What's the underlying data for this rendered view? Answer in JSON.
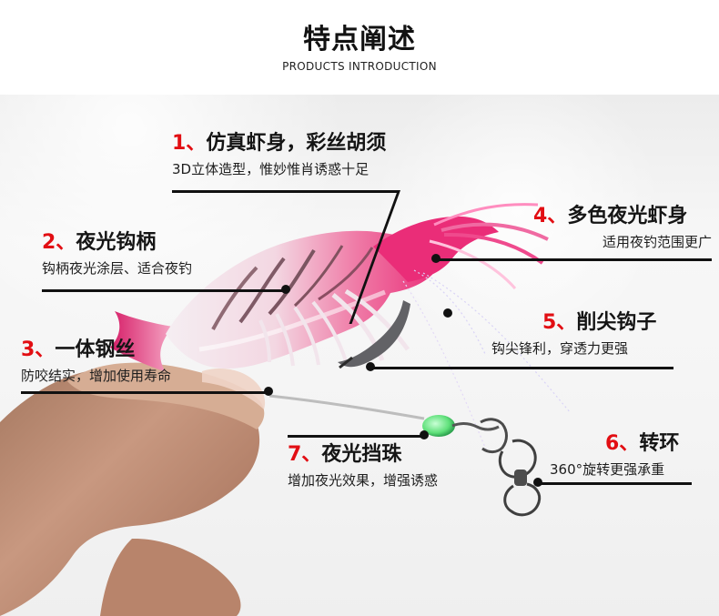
{
  "page": {
    "title_cn": "特点阐述",
    "title_en": "PRODUCTS INTRODUCTION"
  },
  "colors": {
    "accent": "#e20e13",
    "text": "#151515",
    "line": "#101010",
    "shrimp_pink": "#ea2d78",
    "bead_green": "#5fe07a"
  },
  "features": [
    {
      "number": "1、",
      "title": "仿真虾身，彩丝胡须",
      "desc": "3D立体造型，惟妙惟肖诱惑十足"
    },
    {
      "number": "2、",
      "title": "夜光钩柄",
      "desc": "钩柄夜光涂层、适合夜钓"
    },
    {
      "number": "3、",
      "title": "一体钢丝",
      "desc": "防咬结实，增加使用寿命"
    },
    {
      "number": "4、",
      "title": "多色夜光虾身",
      "desc": "适用夜钓范围更广"
    },
    {
      "number": "5、",
      "title": "削尖钩子",
      "desc": "钩尖锋利，穿透力更强"
    },
    {
      "number": "6、",
      "title": "转环",
      "desc": "360°旋转更强承重"
    },
    {
      "number": "7、",
      "title": "夜光挡珠",
      "desc": "增加夜光效果，增强诱惑"
    }
  ]
}
